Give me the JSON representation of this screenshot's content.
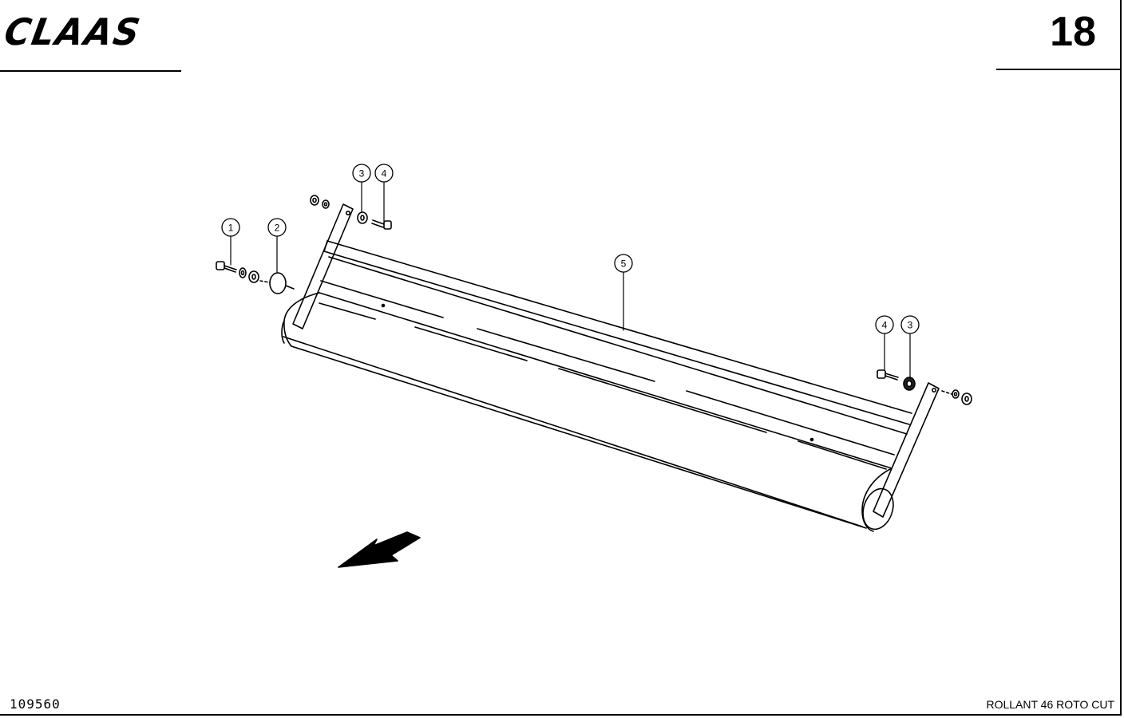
{
  "header": {
    "logo": "CLAAS",
    "page_number": "18"
  },
  "footer": {
    "drawing_number": "109560",
    "model": "ROLLANT 46 ROTO CUT"
  },
  "callouts": {
    "part_1": "1",
    "part_2": "2",
    "part_3_left": "3",
    "part_4_left": "4",
    "part_5": "5",
    "part_4_right": "4",
    "part_3_right": "3"
  },
  "icons": {
    "direction_arrow": "arrow-down-left-icon"
  }
}
